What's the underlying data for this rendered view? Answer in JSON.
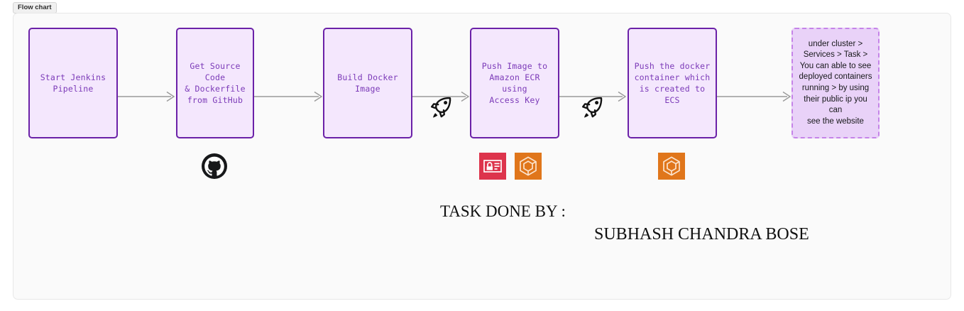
{
  "caption": {
    "label": "Flow chart"
  },
  "diagram": {
    "type": "flowchart",
    "direction": "left-to-right",
    "colors": {
      "node_fill": "#f4e7fd",
      "node_border": "#6b21a8",
      "node_text": "#7b3ab8",
      "note_fill": "#e9d2f8",
      "note_border": "#c583e8",
      "note_text": "#17181a",
      "arrow": "#9a9a9a",
      "canvas_bg": "#fafafa",
      "aws_iam_red": "#dd344c",
      "aws_ecr_orange": "#e0761b",
      "github_black": "#1b1f23"
    },
    "nodes": [
      {
        "id": "node-start-jenkins-pipeline",
        "style": "solid",
        "lines": [
          "Start Jenkins",
          "Pipeline"
        ]
      },
      {
        "id": "node-get-source-code",
        "style": "solid",
        "lines": [
          "Get Source Code",
          "& Dockerfile",
          "from GitHub"
        ]
      },
      {
        "id": "node-build-docker-image",
        "style": "solid",
        "lines": [
          "Build Docker",
          "Image"
        ]
      },
      {
        "id": "node-push-image-to-ecr",
        "style": "solid",
        "lines": [
          "Push Image to",
          "Amazon ECR using",
          "Access Key"
        ]
      },
      {
        "id": "node-push-container-to-ecs",
        "style": "solid",
        "lines": [
          "Push the docker",
          "container which",
          "is created to ECS"
        ]
      },
      {
        "id": "node-verify-deployment-note",
        "style": "dashed",
        "lines": [
          "under cluster >",
          "Services > Task  >",
          "You can able to see",
          "deployed containers",
          "running > by using",
          "their public ip you can",
          "see the website"
        ]
      }
    ],
    "edges": [
      {
        "from": "node-start-jenkins-pipeline",
        "to": "node-get-source-code"
      },
      {
        "from": "node-get-source-code",
        "to": "node-build-docker-image"
      },
      {
        "from": "node-build-docker-image",
        "to": "node-push-image-to-ecr"
      },
      {
        "from": "node-push-image-to-ecr",
        "to": "node-push-container-to-ecs"
      },
      {
        "from": "node-push-container-to-ecs",
        "to": "node-verify-deployment-note"
      }
    ],
    "decorations": [
      {
        "id": "rocket-1",
        "icon": "rocket-icon",
        "glyph": "rocket"
      },
      {
        "id": "rocket-2",
        "icon": "rocket-icon",
        "glyph": "rocket"
      }
    ],
    "logos": [
      {
        "id": "github-logo",
        "icon": "github-icon",
        "name": "GitHub"
      },
      {
        "id": "aws-iam-logo",
        "icon": "aws-iam-icon",
        "name": "AWS IAM"
      },
      {
        "id": "aws-ecr-logo",
        "icon": "aws-ecr-icon",
        "name": "Amazon ECR"
      },
      {
        "id": "aws-ecs-logo",
        "icon": "aws-ecs-icon",
        "name": "Amazon ECS"
      }
    ]
  },
  "credit": {
    "line1": "TASK DONE BY :",
    "line2": "SUBHASH CHANDRA BOSE"
  }
}
